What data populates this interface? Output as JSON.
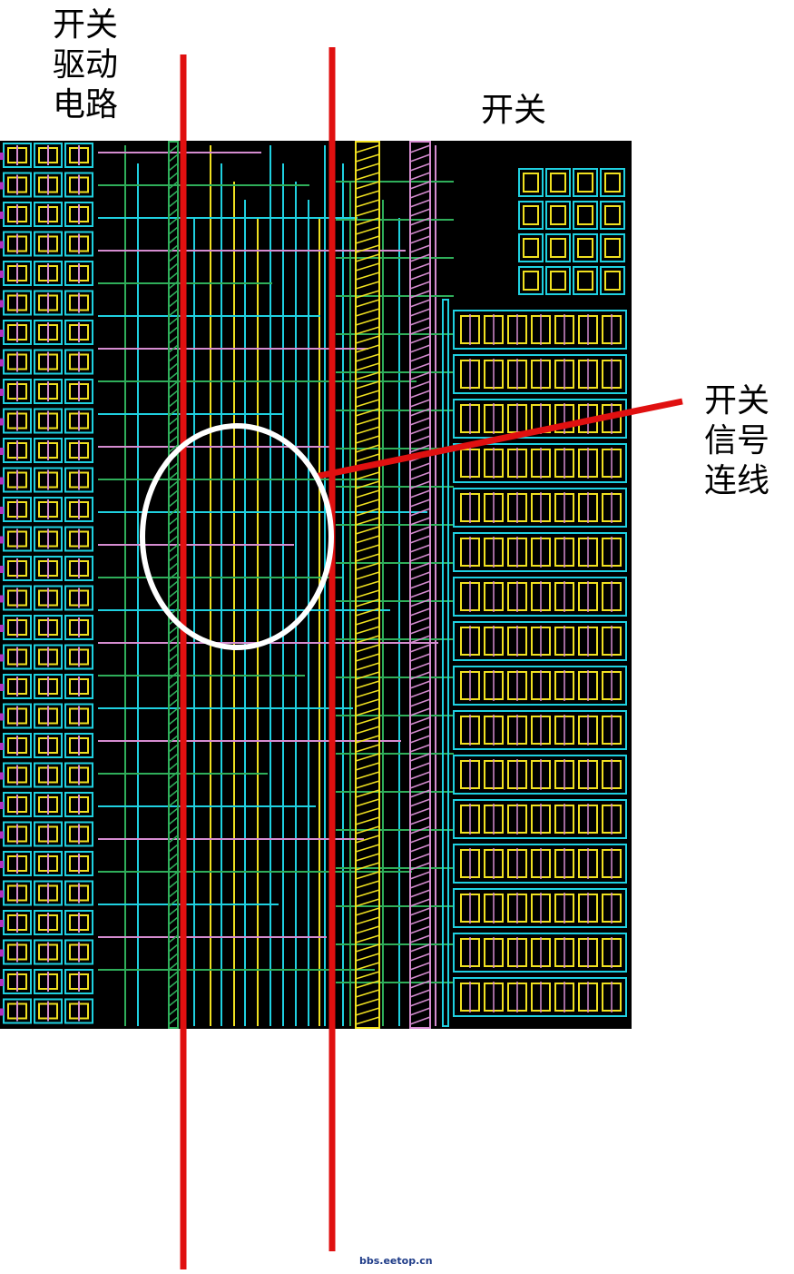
{
  "labels": {
    "switch_driver": [
      "开关",
      "驱动",
      "电路"
    ],
    "switch": "开关",
    "switch_signal_wiring": [
      "开关",
      "信号",
      "连线"
    ]
  },
  "watermark": "bbs.eetop.cn",
  "colors": {
    "background": "#000000",
    "metal_cyan": "#1fd0e0",
    "metal_yellow": "#f0e020",
    "metal_pink": "#d58cd0",
    "metal_green": "#2fae5a",
    "magenta": "#b030c0",
    "annotation_red": "#e01010",
    "highlight_white": "#ffffff"
  }
}
